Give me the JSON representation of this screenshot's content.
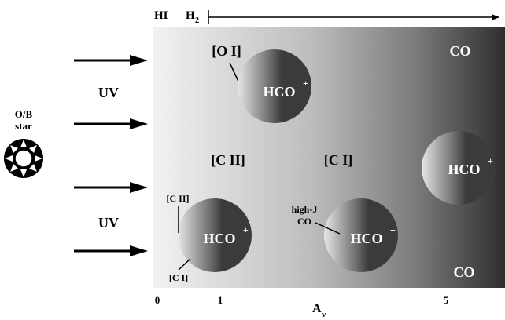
{
  "top_axis": {
    "hi": "HI",
    "h2_main": "H",
    "h2_sub": "2"
  },
  "star": {
    "line1": "O/B",
    "line2": "star"
  },
  "uv": {
    "upper": "UV",
    "lower": "UV"
  },
  "regions": {
    "oi": "[O I]",
    "cii": "[C II]",
    "ci": "[C I]",
    "co_top": "CO",
    "co_bottom": "CO"
  },
  "clumps": {
    "label_main": "HCO",
    "label_sup": "+",
    "small_cii": "[C II]",
    "small_ci": "[C I]",
    "highj_line1": "high-J",
    "highj_line2": "CO"
  },
  "bottom_axis": {
    "ticks": [
      "0",
      "1",
      "5"
    ],
    "label_main": "A",
    "label_sub": "v"
  },
  "colors": {
    "panel_light": "#f2f2f2",
    "panel_dark": "#2e2e2e",
    "clump_dark": "#3b3b3b",
    "clump_light": "#e6e6e6",
    "ink": "#000000"
  }
}
